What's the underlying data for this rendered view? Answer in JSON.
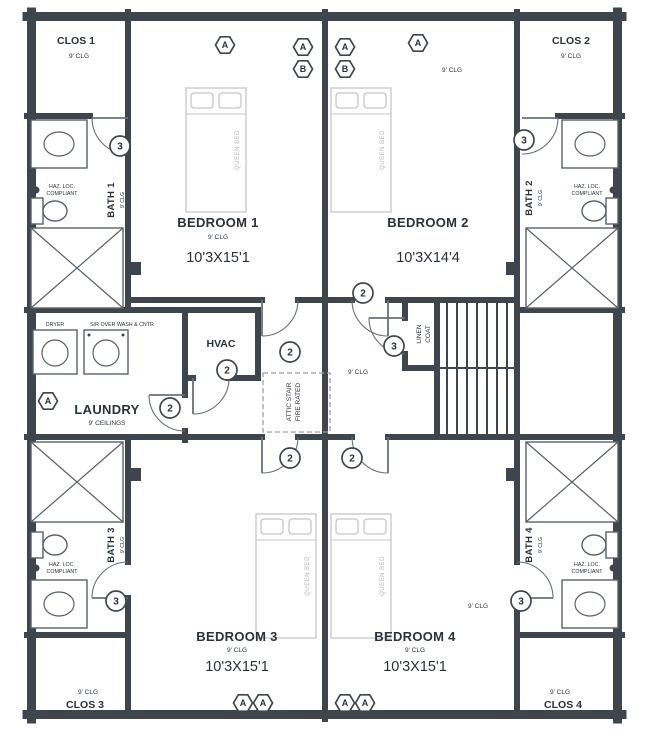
{
  "colors": {
    "wall": "#3f454d",
    "fixture": "#596068",
    "bed_gray": "#c6c6c6",
    "text": "#2b3138"
  },
  "labels": {
    "clos1": "CLOS 1",
    "clos2": "CLOS 2",
    "clos3": "CLOS 3",
    "clos4": "CLOS 4",
    "bedroom1": "BEDROOM 1",
    "bedroom2": "BEDROOM 2",
    "bedroom3": "BEDROOM 3",
    "bedroom4": "BEDROOM 4",
    "bedroom1_dims": "10'3X15'1",
    "bedroom2_dims": "10'3X14'4",
    "bedroom3_dims": "10'3X15'1",
    "bedroom4_dims": "10'3X15'1",
    "bath1": "BATH 1",
    "bath2": "BATH 2",
    "bath3": "BATH 3",
    "bath4": "BATH 4",
    "laundry": "LAUNDRY",
    "laundry_clg": "9' CEILINGS",
    "hvac": "HVAC",
    "linen": "LINEN",
    "coat": "COAT",
    "attic_line1": "ATTIC STAIR",
    "attic_line2": "FIRE RATED",
    "clg": "9' CLG",
    "queen_bed": "QUEEN BED",
    "haz_line1": "HAZ. LOC.",
    "haz_line2": "COMPLIANT",
    "dryer": "DRYER",
    "washer_note": "S/R OVER WASH & CNTR",
    "marker_a": "A",
    "marker_b": "B",
    "marker_2": "2",
    "marker_3": "3"
  }
}
